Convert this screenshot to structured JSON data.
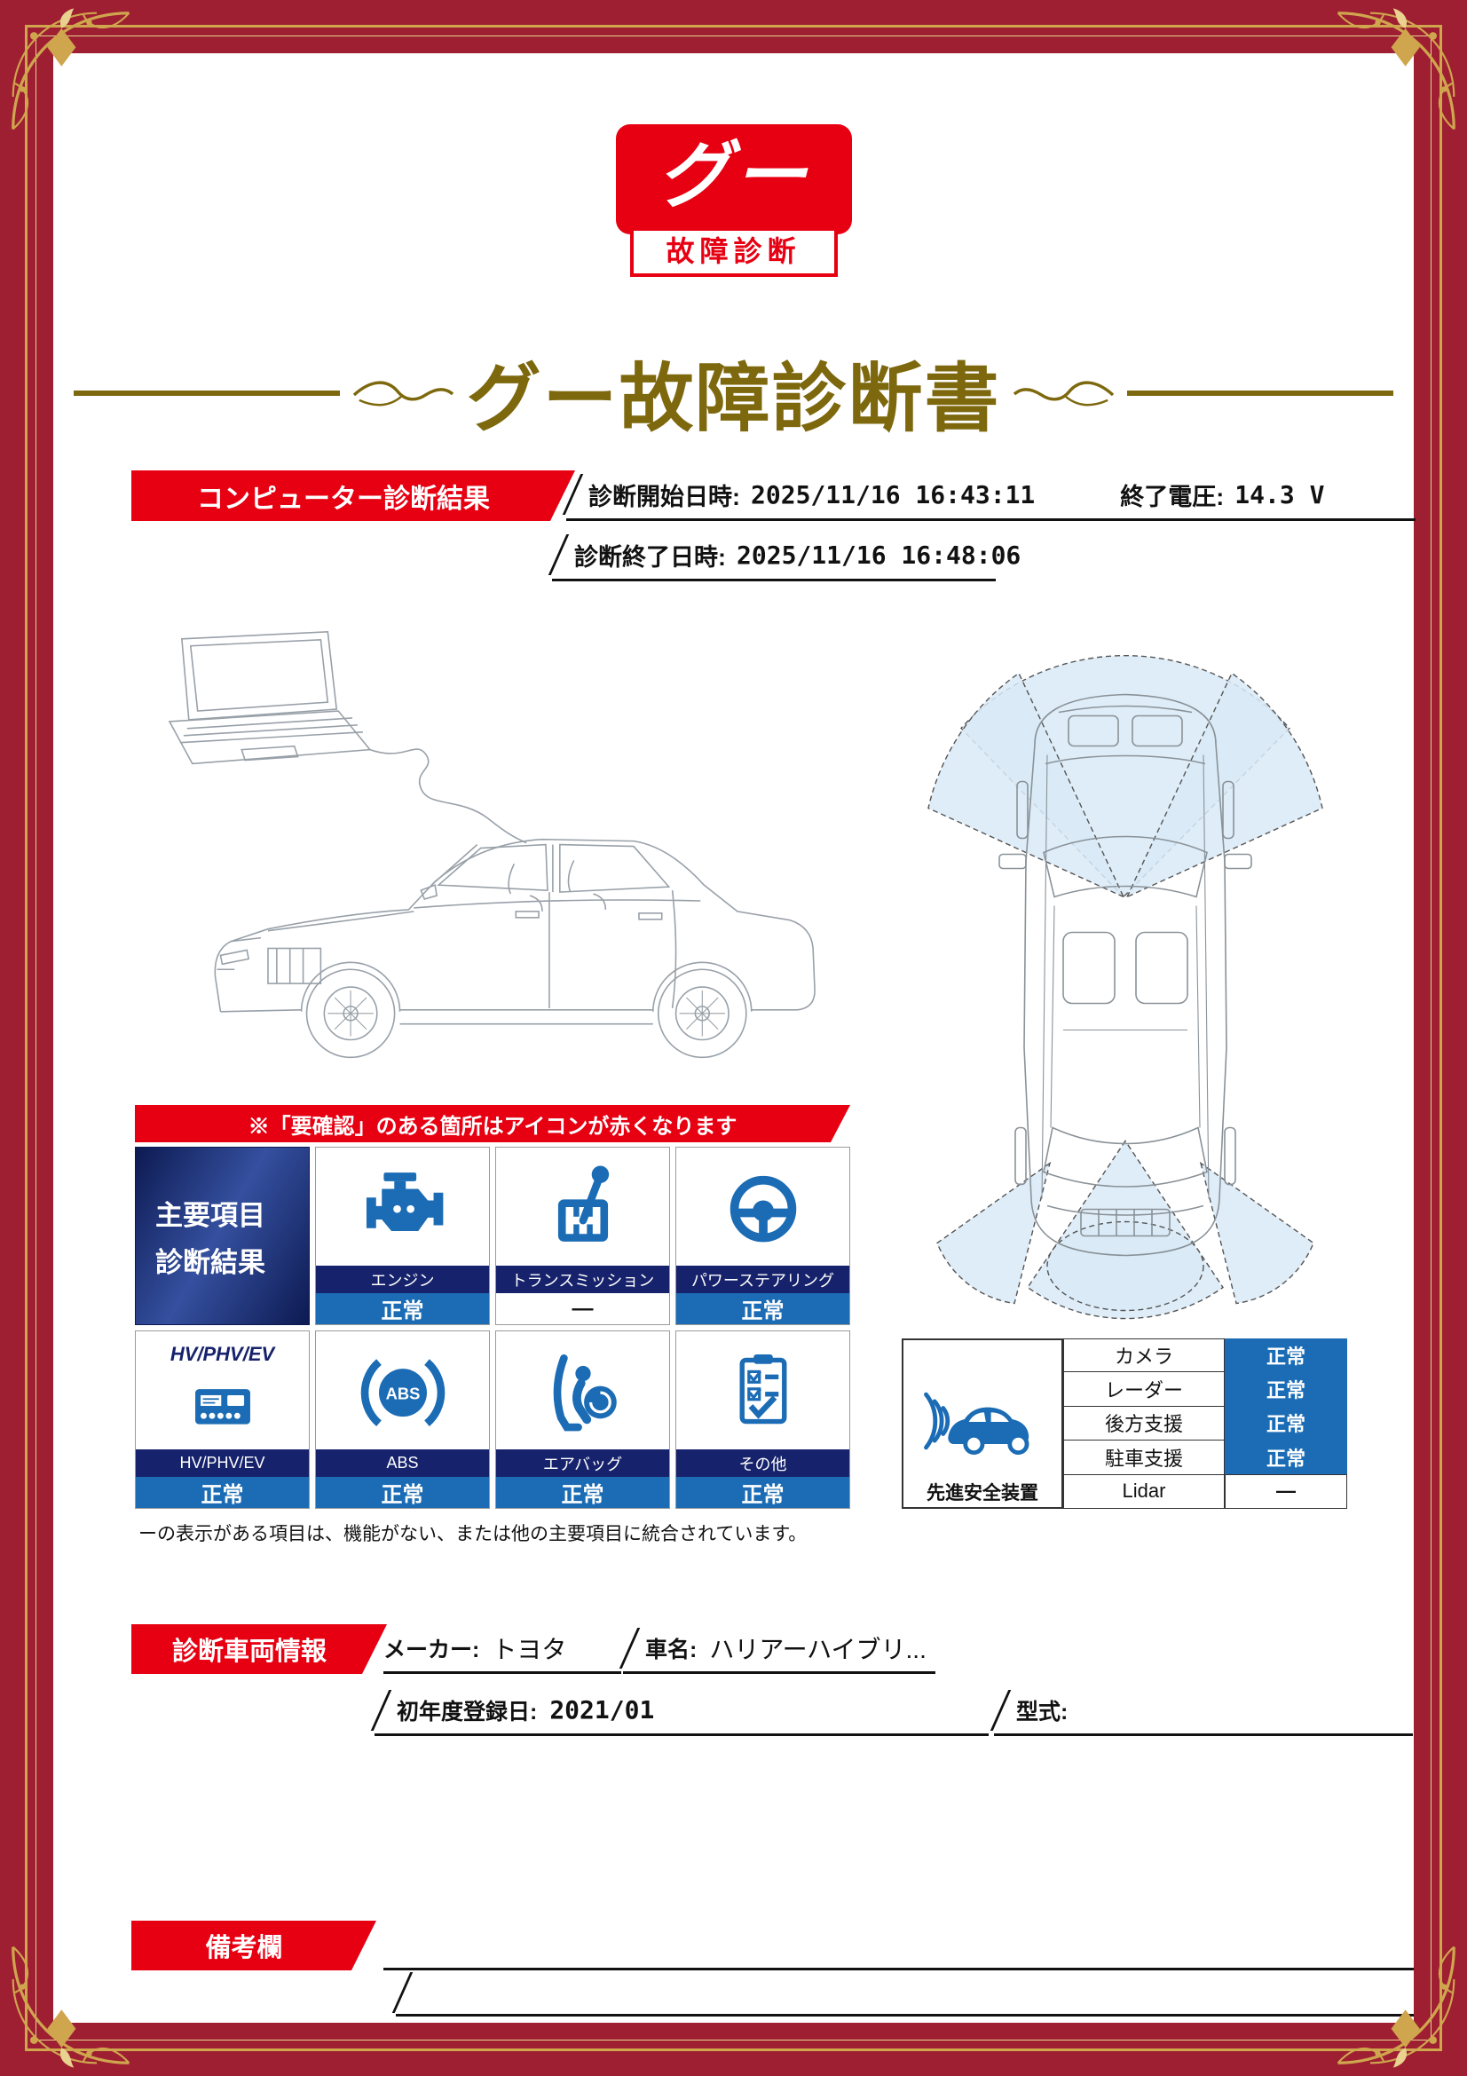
{
  "logo": {
    "brand": "グー",
    "sub": "故障診断"
  },
  "title": "グー故障診断書",
  "computer_diagnosis": {
    "banner": "コンピューター診断結果",
    "start_label": "診断開始日時:",
    "start_value": "2025/11/16 16:43:11",
    "voltage_label": "終了電圧:",
    "voltage_value": "14.3 V",
    "end_label": "診断終了日時:",
    "end_value": "2025/11/16 16:48:06"
  },
  "warning_note": "※「要確認」のある箇所はアイコンが赤くなります",
  "main_results": {
    "header_line1": "主要項目",
    "header_line2": "診断結果",
    "items": [
      {
        "label": "エンジン",
        "status": "正常"
      },
      {
        "label": "トランスミッション",
        "status": "—"
      },
      {
        "label": "パワーステアリング",
        "status": "正常"
      },
      {
        "label": "HV/PHV/EV",
        "status": "正常",
        "tag": "HV/PHV/EV"
      },
      {
        "label": "ABS",
        "status": "正常"
      },
      {
        "label": "エアバッグ",
        "status": "正常"
      },
      {
        "label": "その他",
        "status": "正常"
      }
    ],
    "footnote": "ーの表示がある項目は、機能がない、または他の主要項目に統合されています。"
  },
  "safety_devices": {
    "label": "先進安全装置",
    "rows": [
      {
        "name": "カメラ",
        "status": "正常"
      },
      {
        "name": "レーダー",
        "status": "正常"
      },
      {
        "name": "後方支援",
        "status": "正常"
      },
      {
        "name": "駐車支援",
        "status": "正常"
      },
      {
        "name": "Lidar",
        "status": "—"
      }
    ]
  },
  "vehicle_info": {
    "banner": "診断車両情報",
    "maker_label": "メーカー:",
    "maker_value": "トヨタ",
    "car_name_label": "車名:",
    "car_name_value": "ハリアーハイブリ...",
    "registration_label": "初年度登録日:",
    "registration_value": "2021/01",
    "model_label": "型式:"
  },
  "remarks": {
    "banner": "備考欄"
  },
  "colors": {
    "accent_red": "#e60012",
    "frame_maroon": "#9e1f31",
    "navy": "#16226b",
    "blue": "#1b6cb5",
    "title_gold": "#7d680e"
  }
}
